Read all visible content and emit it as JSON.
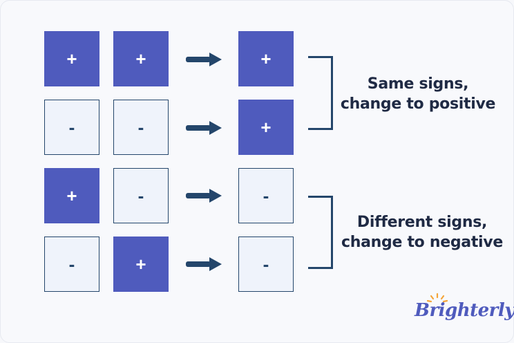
{
  "rows": [
    {
      "a": {
        "sign": "+",
        "kind": "pos"
      },
      "b": {
        "sign": "+",
        "kind": "pos"
      },
      "result": {
        "sign": "+",
        "kind": "pos"
      }
    },
    {
      "a": {
        "sign": "-",
        "kind": "neg"
      },
      "b": {
        "sign": "-",
        "kind": "neg"
      },
      "result": {
        "sign": "+",
        "kind": "pos"
      }
    },
    {
      "a": {
        "sign": "+",
        "kind": "pos"
      },
      "b": {
        "sign": "-",
        "kind": "neg"
      },
      "result": {
        "sign": "-",
        "kind": "neg"
      }
    },
    {
      "a": {
        "sign": "-",
        "kind": "neg"
      },
      "b": {
        "sign": "+",
        "kind": "pos"
      },
      "result": {
        "sign": "-",
        "kind": "neg"
      }
    }
  ],
  "labels": {
    "same_line1": "Same signs,",
    "same_line2": "change to positive",
    "diff_line1": "Different signs,",
    "diff_line2": "change to negative"
  },
  "logo": {
    "text": "Brighterly"
  },
  "colors": {
    "positive_tile": "#4f5bbd",
    "negative_tile": "#eff3fb",
    "outline_and_arrows": "#24466b",
    "logo": "#4f5bbd",
    "logo_sun": "#f4a53a"
  }
}
